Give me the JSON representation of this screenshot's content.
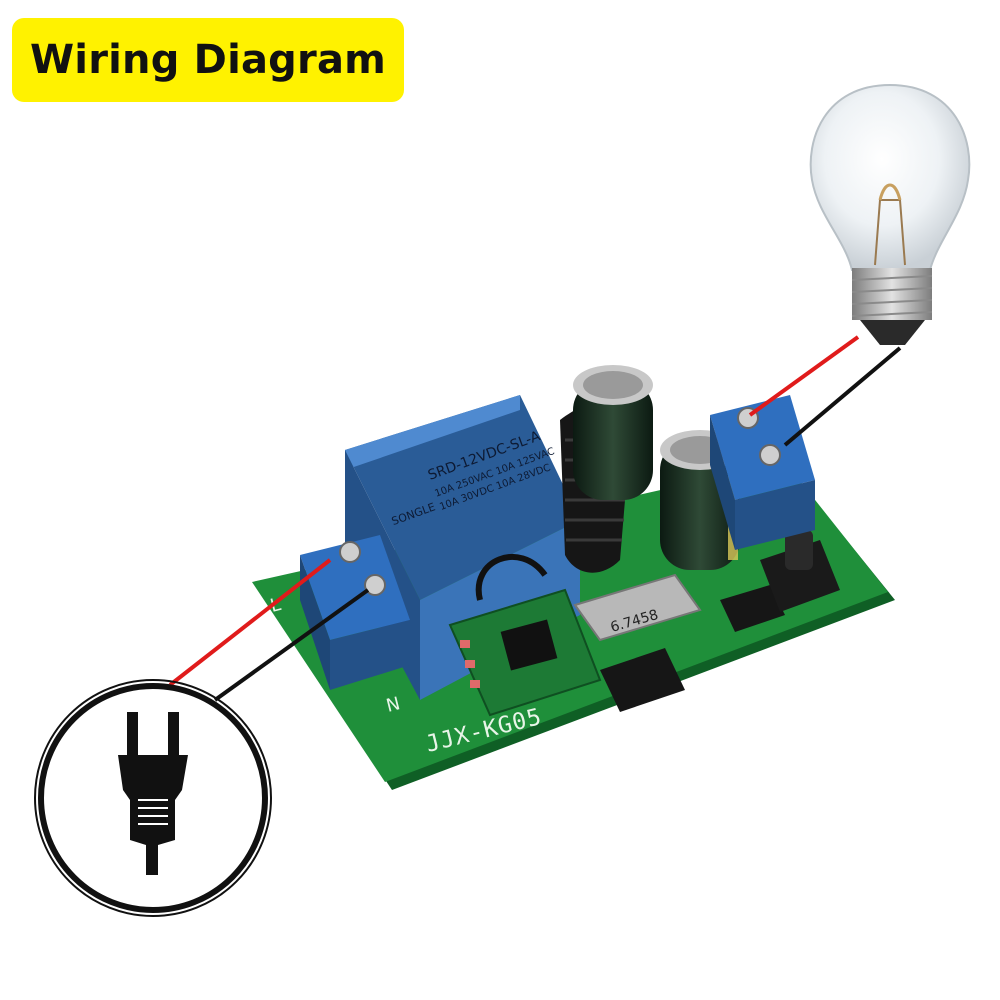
{
  "title": "Wiring Diagram",
  "board": {
    "model_label": "JJX-KG05",
    "relay": {
      "model": "SRD-12VDC-SL-A",
      "rating_1": "10A 250VAC 10A 125VAC",
      "rating_2": "10A 30VDC 10A 28VDC",
      "brand": "SONGLE"
    },
    "crystal_label": "6.7458",
    "terminal_label_n": "N",
    "terminal_label_l": "L"
  },
  "wires": {
    "live_color": "#e01b1b",
    "neutral_color": "#111111"
  },
  "colors": {
    "title_badge": "#fff200",
    "pcb_green": "#1f8f3a",
    "pcb_edge": "#0f5f25",
    "relay_blue": "#3a74b8",
    "terminal_blue": "#2f6fbf"
  },
  "icons": [
    "power-plug-icon",
    "light-bulb-icon"
  ]
}
